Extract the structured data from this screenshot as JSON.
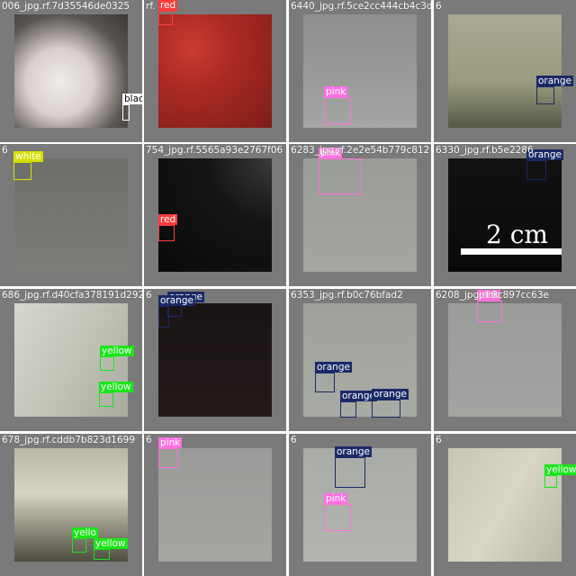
{
  "class_colors": {
    "red": {
      "border": "#ff3b3b",
      "fill": "#ff3b3b",
      "text": "#ffffff"
    },
    "black": {
      "border": "#ffffff",
      "fill": "#ffffff",
      "text": "#000000"
    },
    "pink": {
      "border": "#ff70e0",
      "fill": "#ff70e0",
      "text": "#ffffff"
    },
    "orange": {
      "border": "#1a2a66",
      "fill": "#1a2a66",
      "text": "#ffffff"
    },
    "white": {
      "border": "#d6e000",
      "fill": "#d6e000",
      "text": "#ffffff"
    },
    "yellow": {
      "border": "#19e619",
      "fill": "#19e619",
      "text": "#ffffff"
    }
  },
  "tiles": [
    {
      "filename": "006_jpg.rf.7d35546de0325",
      "bg": "radial-gradient(ellipse at 40% 60%, #f0ece8 0%, #d8d0cc 35%, #5a5552 70%, #3a3634 100%)",
      "labels": [
        {
          "cls": "black",
          "text": "black"
        }
      ]
    },
    {
      "filename": "rf.",
      "bg": "radial-gradient(circle at 30% 30%, #cc3a30 0%, #a82a22 40%, #7d1d18 100%)",
      "labels": [
        {
          "cls": "red",
          "text": "red"
        }
      ]
    },
    {
      "filename": "6440_jpg.rf.5ce2cc444cb4c3d",
      "bg": "linear-gradient(180deg,#8d8f8d 0%,#9a9c9a 60%,#a4a6a4 100%)",
      "labels": [
        {
          "cls": "pink",
          "text": "pink"
        }
      ]
    },
    {
      "filename": "6",
      "bg": "linear-gradient(180deg,#a9a995 0%,#9a9a7e 60%,#545a48 100%)",
      "labels": [
        {
          "cls": "orange",
          "text": "orange"
        }
      ]
    },
    {
      "filename": "6",
      "bg": "linear-gradient(180deg,#6f6f6a 0%,#7c7c76 100%)",
      "labels": [
        {
          "cls": "white",
          "text": "white"
        }
      ]
    },
    {
      "filename": "754_jpg.rf.5565a93e2767f06",
      "bg": "radial-gradient(circle at 100% 0%, #3a3a3a 0%, #151515 40%, #0a0a0a 100%)",
      "labels": [
        {
          "cls": "red",
          "text": "red"
        }
      ]
    },
    {
      "filename": "6283_jpg.rf.2e2e54b779c812",
      "bg": "linear-gradient(180deg,#9a9c98 0%,#a4a6a2 100%)",
      "labels": [
        {
          "cls": "pink",
          "text": "pink"
        }
      ]
    },
    {
      "filename": "6330_jpg.rf.b5e2286",
      "bg": "linear-gradient(180deg,#121212 0%,#0a0a0a 100%)",
      "labels": [
        {
          "cls": "orange",
          "text": "orange"
        }
      ]
    },
    {
      "filename": "686_jpg.rf.d40cfa378191d292",
      "bg": "linear-gradient(120deg,#d6d8cf 0%,#c2c4b8 50%,#a9ab9e 100%)",
      "labels": [
        {
          "cls": "yellow",
          "text": "yellow"
        },
        {
          "cls": "yellow",
          "text": "yellow"
        }
      ]
    },
    {
      "filename": "6",
      "bg": "linear-gradient(180deg,#1a1414 0%,#231a1a 100%)",
      "labels": [
        {
          "cls": "orange",
          "text": "orange"
        },
        {
          "cls": "orange",
          "text": "orange"
        }
      ]
    },
    {
      "filename": "6353_jpg.rf.b0c76bfad2",
      "bg": "linear-gradient(180deg,#9fa19c 0%,#a8aaa4 100%)",
      "labels": [
        {
          "cls": "orange",
          "text": "orange"
        },
        {
          "cls": "orange",
          "text": "orange"
        },
        {
          "cls": "orange",
          "text": "orange"
        }
      ]
    },
    {
      "filename": "6208_jpg.rf.8c897cc63e",
      "bg": "linear-gradient(180deg,#9a9c9a 0%,#a2a4a1 100%)",
      "labels": [
        {
          "cls": "pink",
          "text": "pink"
        }
      ]
    },
    {
      "filename": "678_jpg.rf.cddb7b823d1699",
      "bg": "linear-gradient(180deg,#b9b6a4 0%,#d6d4c2 40%,#4c4c40 100%)",
      "labels": [
        {
          "cls": "yellow",
          "text": "yello"
        },
        {
          "cls": "yellow",
          "text": "yellow"
        }
      ]
    },
    {
      "filename": "6",
      "bg": "linear-gradient(180deg,#9c9a98 0%,#a7a5a2 100%)",
      "labels": [
        {
          "cls": "pink",
          "text": "pink"
        }
      ]
    },
    {
      "filename": "6",
      "bg": "linear-gradient(180deg,#a9aba6 0%,#b2b4af 100%)",
      "labels": [
        {
          "cls": "orange",
          "text": "orange"
        },
        {
          "cls": "pink",
          "text": "pink"
        }
      ]
    },
    {
      "filename": "6",
      "bg": "linear-gradient(120deg,#c7c5b4 0%,#d8d6c4 50%,#b9b7a5 100%)",
      "labels": [
        {
          "cls": "yellow",
          "text": "yellow"
        }
      ]
    }
  ],
  "scale_bar": {
    "text": "2 cm"
  }
}
